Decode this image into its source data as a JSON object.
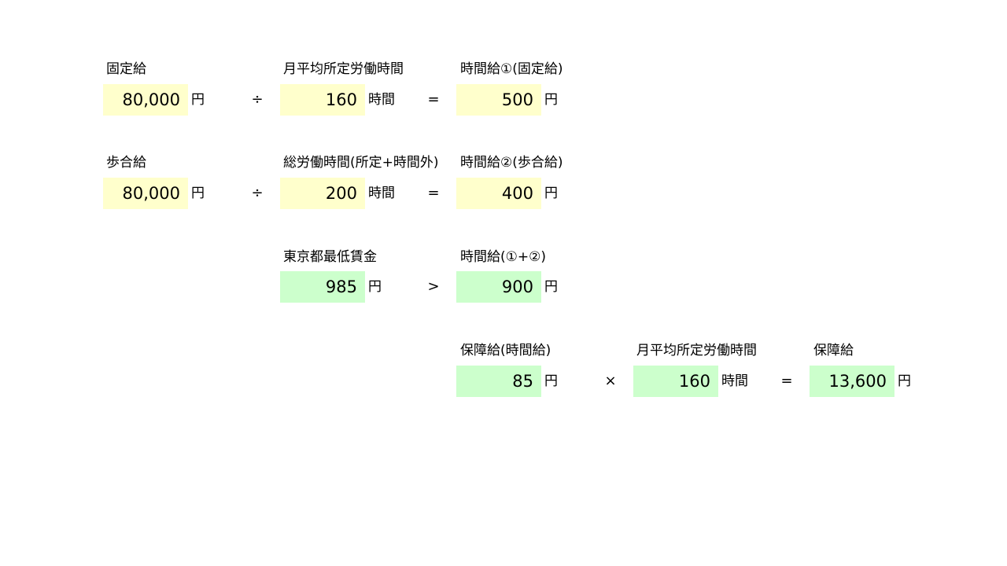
{
  "row1": {
    "label_a": "固定給",
    "value_a": "80,000",
    "unit_a": "円",
    "op1": "÷",
    "label_b": "月平均所定労働時間",
    "value_b": "160",
    "unit_b": "時間",
    "op2": "=",
    "label_c": "時間給①(固定給)",
    "value_c": "500",
    "unit_c": "円"
  },
  "row2": {
    "label_a": "歩合給",
    "value_a": "80,000",
    "unit_a": "円",
    "op1": "÷",
    "label_b": "総労働時間(所定+時間外)",
    "value_b": "200",
    "unit_b": "時間",
    "op2": "=",
    "label_c": "時間給②(歩合給)",
    "value_c": "400",
    "unit_c": "円"
  },
  "row3": {
    "label_b": "東京都最低賃金",
    "value_b": "985",
    "unit_b": "円",
    "op": ">",
    "label_c": "時間給(①+②)",
    "value_c": "900",
    "unit_c": "円"
  },
  "row4": {
    "label_c": "保障給(時間給)",
    "value_c": "85",
    "unit_c": "円",
    "op1": "×",
    "label_d": "月平均所定労働時間",
    "value_d": "160",
    "unit_d": "時間",
    "op2": "=",
    "label_e": "保障給",
    "value_e": "13,600",
    "unit_e": "円"
  },
  "colors": {
    "input_fill": "#ffffcc",
    "result_fill": "#ccffcc"
  }
}
